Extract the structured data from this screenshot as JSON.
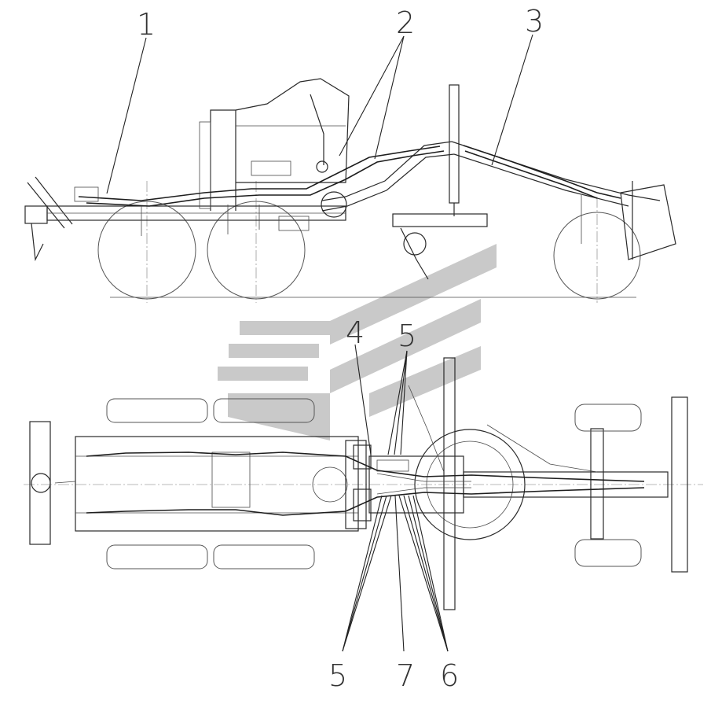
{
  "callouts": {
    "c1": "1",
    "c2": "2",
    "c3": "3",
    "c4": "4",
    "c5_top": "5",
    "c5_bottom": "5",
    "c6": "6",
    "c7": "7"
  },
  "colors": {
    "line": "#2a2a2a",
    "watermark": "#c9c9c9",
    "background": "#ffffff"
  }
}
